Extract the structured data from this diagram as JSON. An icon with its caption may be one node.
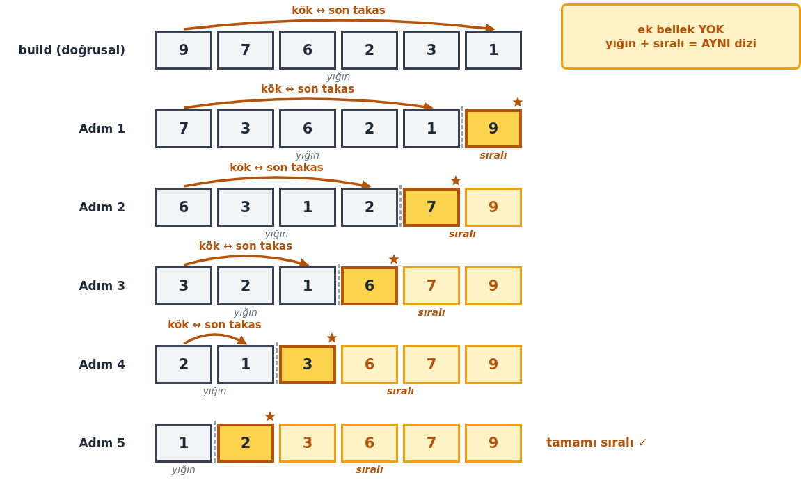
{
  "diagram": {
    "nodes": [
      {
        "text": [
          "9"
        ]
      },
      {
        "text": [
          "7"
        ]
      },
      {
        "text": [
          "6"
        ]
      },
      {
        "text": [
          "2"
        ]
      },
      {
        "text": [
          "3"
        ]
      },
      {
        "text": [
          "1"
        ]
      },
      {
        "text": [
          "7"
        ]
      },
      {
        "text": [
          "3"
        ]
      },
      {
        "text": [
          "6"
        ]
      },
      {
        "text": [
          "2"
        ]
      },
      {
        "text": [
          "1"
        ]
      },
      {
        "text": [
          "9"
        ]
      },
      {
        "text": [
          "6"
        ]
      },
      {
        "text": [
          "3"
        ]
      },
      {
        "text": [
          "1"
        ]
      },
      {
        "text": [
          "2"
        ]
      },
      {
        "text": [
          "7"
        ]
      },
      {
        "text": [
          "9"
        ]
      },
      {
        "text": [
          "3"
        ]
      },
      {
        "text": [
          "2"
        ]
      },
      {
        "text": [
          "1"
        ]
      },
      {
        "text": [
          "6"
        ]
      },
      {
        "text": [
          "7"
        ]
      },
      {
        "text": [
          "9"
        ]
      },
      {
        "text": [
          "2"
        ]
      },
      {
        "text": [
          "1"
        ]
      },
      {
        "text": [
          "3"
        ]
      },
      {
        "text": [
          "6"
        ]
      },
      {
        "text": [
          "7"
        ]
      },
      {
        "text": [
          "9"
        ]
      },
      {
        "text": [
          "1"
        ]
      },
      {
        "text": [
          "2"
        ]
      },
      {
        "text": [
          "3"
        ]
      },
      {
        "text": [
          "6"
        ]
      },
      {
        "text": [
          "7"
        ]
      },
      {
        "text": [
          "9"
        ]
      },
      {
        "text": [
          "ek bellek YOK",
          "yığın + sıralı = AYNI dizi"
        ]
      }
    ],
    "edges": [
      {
        "from": 0,
        "to": 5,
        "arrow": "to",
        "label": "kök ↔ son takas"
      },
      {
        "from": 6,
        "to": 10,
        "arrow": "to",
        "label": "kök ↔ son takas"
      },
      {
        "from": 12,
        "to": 15,
        "arrow": "to",
        "label": "kök ↔ son takas"
      },
      {
        "from": 18,
        "to": 20,
        "arrow": "to",
        "label": "kök ↔ son takas"
      },
      {
        "from": 24,
        "to": 25,
        "arrow": "to",
        "label": "kök ↔ son takas"
      }
    ],
    "labels": [
      "build (doğrusal)",
      "yığın",
      "Adım 1",
      "yığın",
      "sıralı",
      "Adım 2",
      "yığın",
      "sıralı",
      "Adım 3",
      "yığın",
      "sıralı",
      "Adım 4",
      "yığın",
      "sıralı",
      "Adım 5",
      "tamamı sıralı ✓",
      "yığın",
      "sıralı"
    ]
  }
}
